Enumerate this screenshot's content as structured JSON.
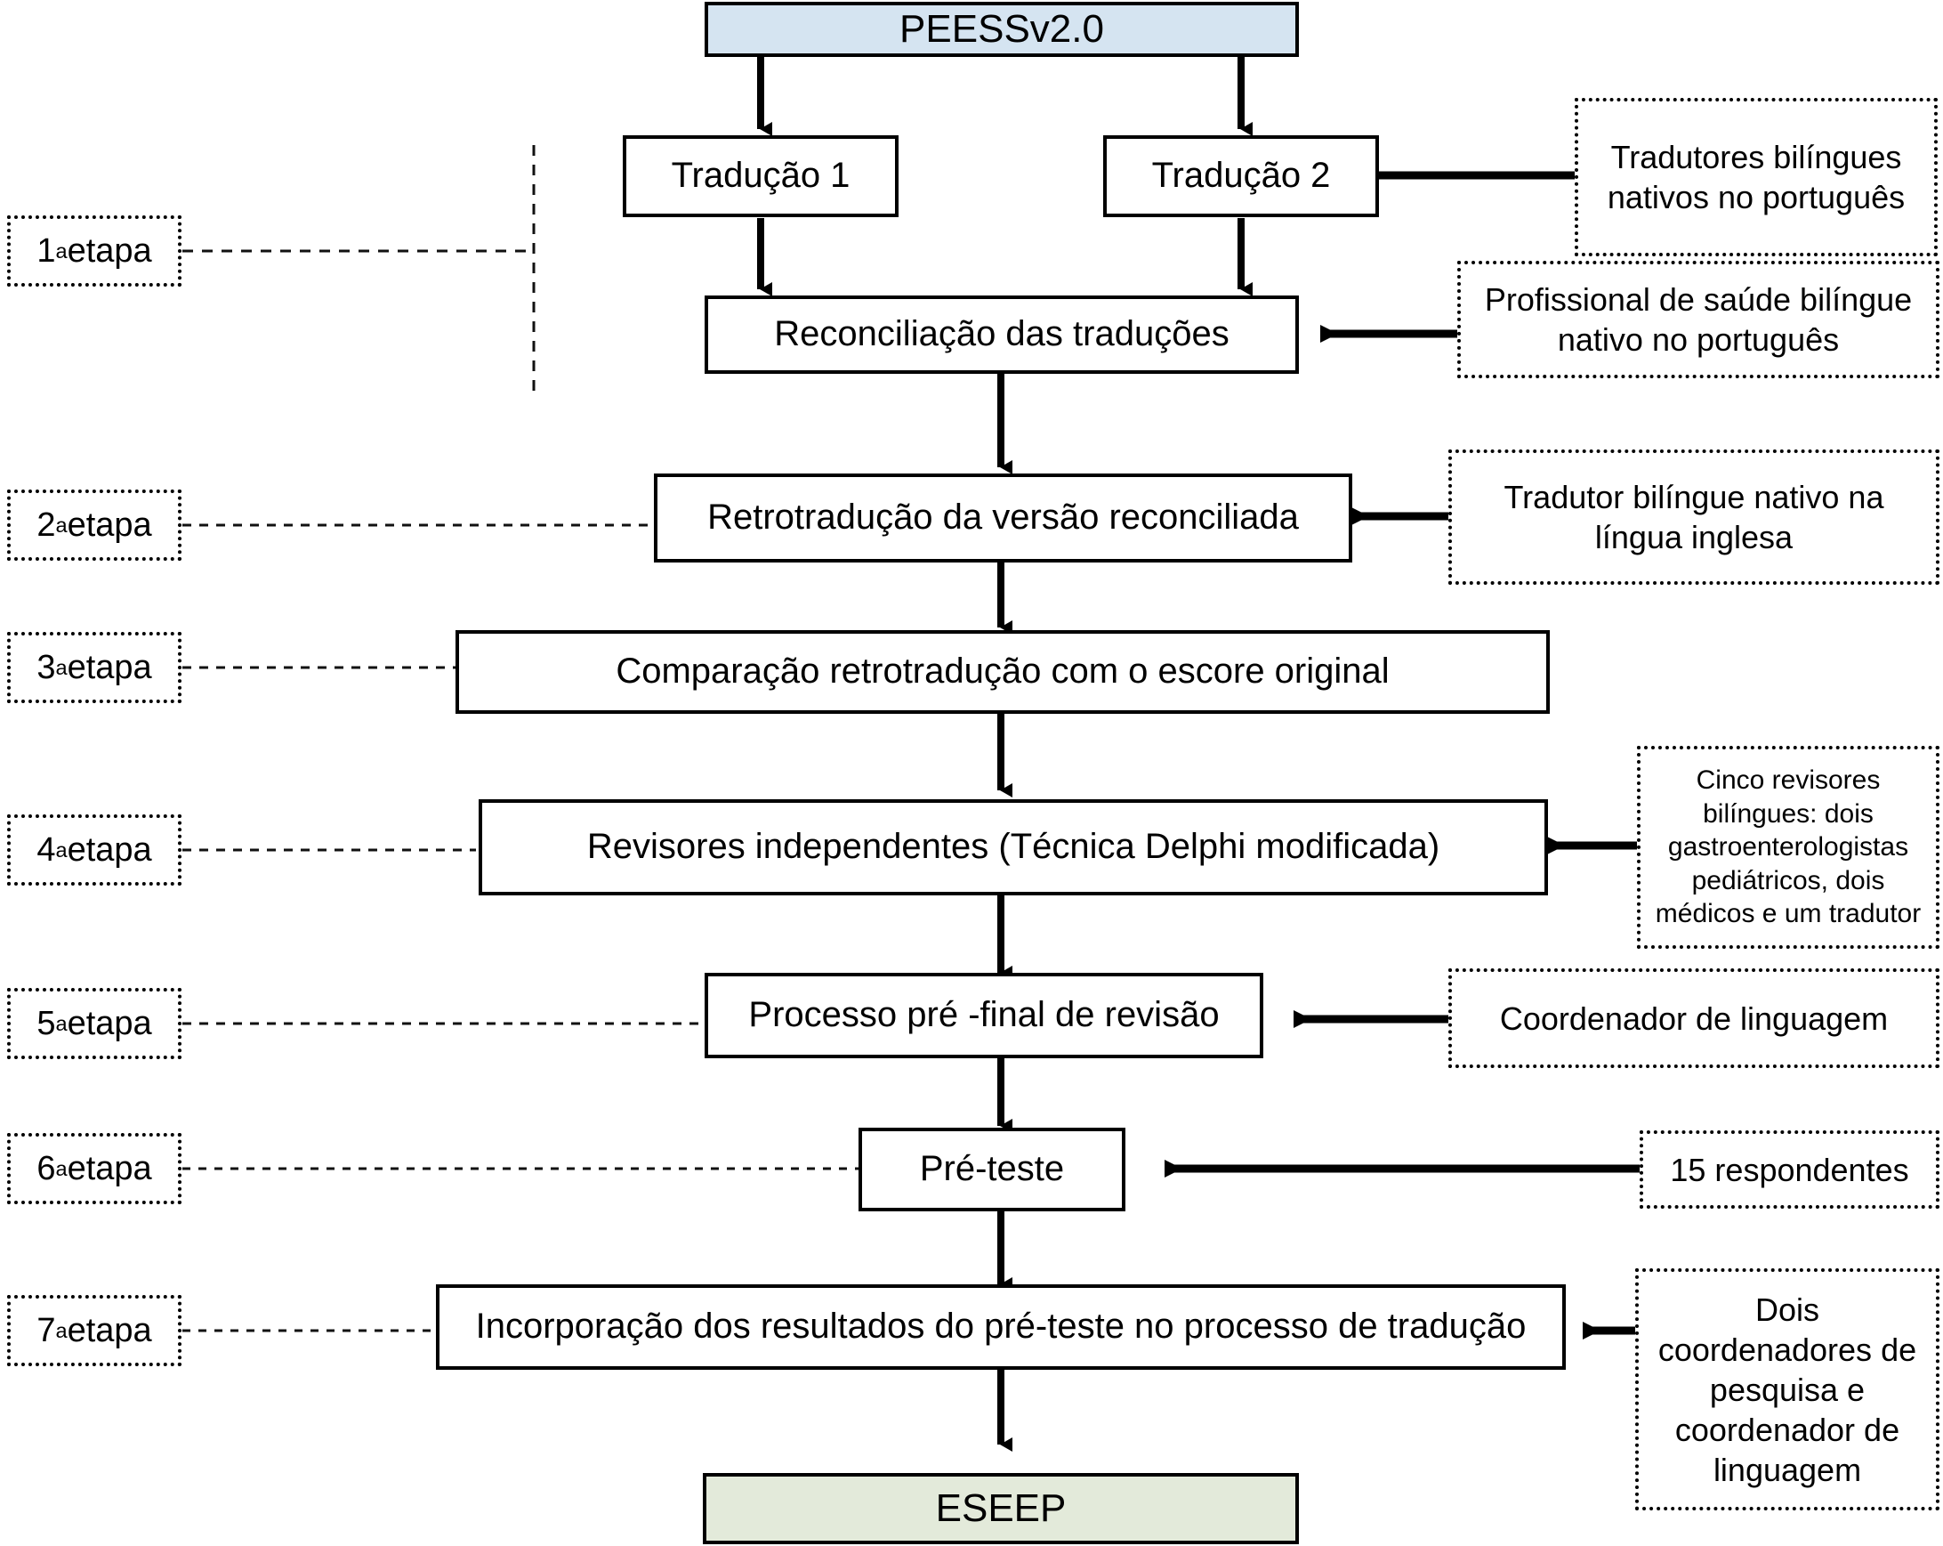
{
  "diagram": {
    "title": "PEESSv2.0",
    "output": "ESEEP",
    "colors": {
      "source_fill": "#d5e4f1",
      "result_fill": "#e3eada",
      "stroke": "#000000",
      "background": "#ffffff"
    },
    "stages": [
      {
        "id": "stage1",
        "label": "1",
        "ordinal": "a",
        "suffix": " etapa"
      },
      {
        "id": "stage2",
        "label": "2",
        "ordinal": "a",
        "suffix": " etapa"
      },
      {
        "id": "stage3",
        "label": "3",
        "ordinal": "a",
        "suffix": " etapa"
      },
      {
        "id": "stage4",
        "label": "4",
        "ordinal": "a",
        "suffix": " etapa"
      },
      {
        "id": "stage5",
        "label": "5",
        "ordinal": "a",
        "suffix": " etapa"
      },
      {
        "id": "stage6",
        "label": "6",
        "ordinal": "a",
        "suffix": " etapa"
      },
      {
        "id": "stage7",
        "label": "7",
        "ordinal": "a",
        "suffix": " etapa"
      }
    ],
    "nodes": {
      "source": "PEESSv2.0",
      "translation1": "Tradução 1",
      "translation2": "Tradução 2",
      "reconciliation": "Reconciliação das traduções",
      "backtranslation": "Retrotradução da versão reconciliada",
      "comparison": "Comparação retrotradução com o escore original",
      "reviewers": "Revisores independentes (Técnica Delphi modificada)",
      "prefinal": "Processo pré -final de revisão",
      "pretest": "Pré-teste",
      "incorporation": "Incorporação dos resultados do pré-teste no processo de tradução",
      "result": "ESEEP"
    },
    "annotations": {
      "translators": "Tradutores bilíngues nativos no português",
      "health_professional": "Profissional de saúde bilíngue nativo no português",
      "back_translator": "Tradutor bilíngue nativo na língua inglesa",
      "five_reviewers": "Cinco revisores bilíngues: dois gastroenterologistas pediátricos, dois médicos e um tradutor",
      "language_coordinator": "Coordenador de linguagem",
      "respondents": "15 respondentes",
      "two_coordinators": "Dois coordenadores de pesquisa e coordenador de linguagem"
    }
  }
}
